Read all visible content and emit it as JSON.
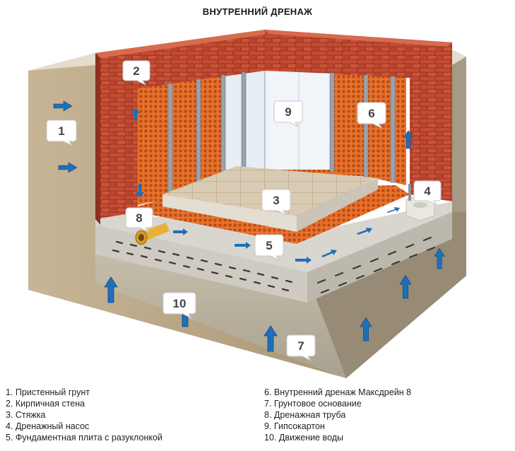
{
  "title": "ВНУТРЕННИЙ ДРЕНАЖ",
  "callouts": [
    "1",
    "2",
    "3",
    "4",
    "5",
    "6",
    "7",
    "8",
    "9",
    "10"
  ],
  "legend_left": [
    "1. Пристенный грунт",
    "2. Кирпичная стена",
    "3. Стяжка",
    "4. Дренажный насос",
    "5. Фундаментная плита с разуклонкой"
  ],
  "legend_right": [
    "6. Внутренний дренаж Максдрейн 8",
    "7. Грунтовое основание",
    "8. Дренажная труба",
    "9. Гипсокартон",
    "10. Движение воды"
  ],
  "colors": {
    "brick": "#b8442c",
    "membrane": "#e0621f",
    "arrow": "#1f6fb8",
    "soil": "#b5a488",
    "concrete": "#d4d0c8"
  }
}
